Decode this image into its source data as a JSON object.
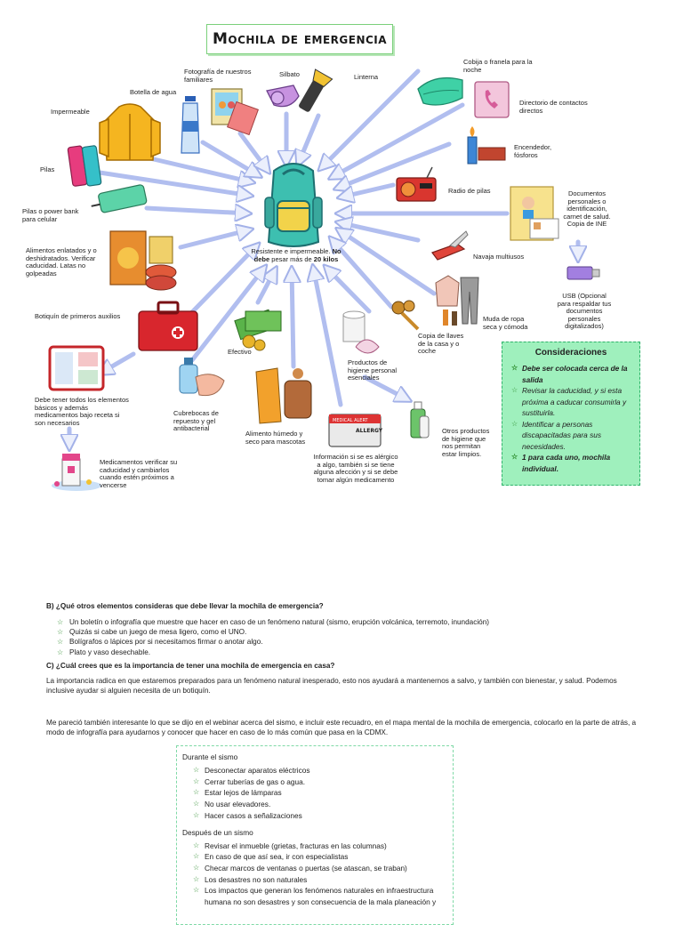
{
  "title": "Mochila de emergencia",
  "center_label": {
    "text_a": "Resistente e impermeable. ",
    "text_bold": "No debe",
    "text_b": " pesar más de ",
    "text_bold2": "20 kilos"
  },
  "items": {
    "impermeable": "Impermeable",
    "botella": "Botella de agua",
    "fotografia": "Fotografía de nuestros familiares",
    "silbato": "Silbato",
    "linterna": "Linterna",
    "cobija": "Cobija o franela para la noche",
    "directorio": "Directorio de contactos directos",
    "encendedor": "Encendedor, fósforos",
    "radio": "Radio de pilas",
    "documentos": "Documentos personales o identificación, carnet de salud. Copia de INE",
    "pilas": "Pilas",
    "powerbank": "Pilas o power bank para celular",
    "alimentos": "Alimentos enlatados y o deshidratados. Verificar caducidad. Latas no golpeadas",
    "navaja": "Navaja multiusos",
    "usb": "USB (Opcional para respaldar tus documentos personales digitalizados)",
    "botiquin": "Botiquín de primeros auxilios",
    "efectivo": "Efectivo",
    "ropa": "Muda de ropa seca y cómoda",
    "llaves": "Copia de llaves de la casa y o coche",
    "higiene": "Productos de higiene personal esenciales",
    "debe_tener": "Debe tener todos los elementos básicos y además medicamentos bajo receta si son necesarios",
    "cubrebocas": "Cubrebocas de repuesto y gel antibacterial",
    "alimento_mascotas": "Alimento húmedo y seco para mascotas",
    "informacion": "Información si se es alérgico a algo, también si se tiene alguna afección y si se debe tomar algún medicamento",
    "otros_higiene": "Otros productos de higiene que nos permitan estar limpios.",
    "medicamentos": "Medicamentos verificar su caducidad y cambiarlos cuando estén próximos a vencerse",
    "allergy_card": "ALLERGY",
    "medical_card": "MEDICAL ALERT"
  },
  "considerations": {
    "heading": "Consideraciones",
    "items": [
      "Debe ser colocada cerca de la salida",
      "Revisar la caducidad, y si esta próxima a caducar consumirla y sustituirla.",
      "Identificar a personas discapacitadas para sus necesidades.",
      "1 para cada uno, mochila individual."
    ]
  },
  "question_b": {
    "title": "B) ¿Qué otros elementos consideras que debe llevar la mochila de emergencia?",
    "items": [
      "Un boletín o infografía que muestre que hacer en caso de un fenómeno natural (sismo, erupción volcánica, terremoto, inundación)",
      "Quizás si cabe un juego de mesa ligero, como el UNO.",
      "Bolígrafos o lápices por si necesitamos firmar o anotar algo.",
      "Plato y vaso desechable."
    ]
  },
  "question_c": {
    "title": "C) ¿Cuál crees que es la importancia de tener una mochila de emergencia en casa?",
    "answer": "La importancia radica en que estaremos preparados para un fenómeno natural inesperado, esto nos ayudará a mantenernos a salvo, y también con bienestar, y salud. Podemos inclusive ayudar si alguien necesita de un botiquín."
  },
  "note": "Me pareció también interesante lo que se dijo en el webinar acerca del sismo, e incluir este recuadro, en el mapa mental de la mochila de emergencia, colocarlo en la parte de atrás, a modo de infografía para ayudarnos y conocer que hacer en caso de lo más común que pasa en la CDMX.",
  "sismo": {
    "during_title": "Durante el sismo",
    "during": [
      "Desconectar aparatos eléctricos",
      "Cerrar tuberías de gas o agua.",
      "Estar lejos de lámparas",
      "No usar elevadores.",
      "Hacer casos a señalizaciones"
    ],
    "after_title": "Después de un sismo",
    "after": [
      "Revisar el inmueble (grietas, fracturas en las columnas)",
      "En caso de que así sea, ir con especialistas",
      "Checar marcos de ventanas o puertas (se atascan, se traban)",
      "Los desastres no son naturales",
      "Los impactos que generan los fenómenos naturales en infraestructura humana no son desastres y son consecuencia de la mala planeación y"
    ]
  },
  "colors": {
    "accent_green": "#2fb36a",
    "cons_bg": "#9ff0bd",
    "arrow": "#c9d3f5",
    "title_border": "#7bd07b"
  }
}
